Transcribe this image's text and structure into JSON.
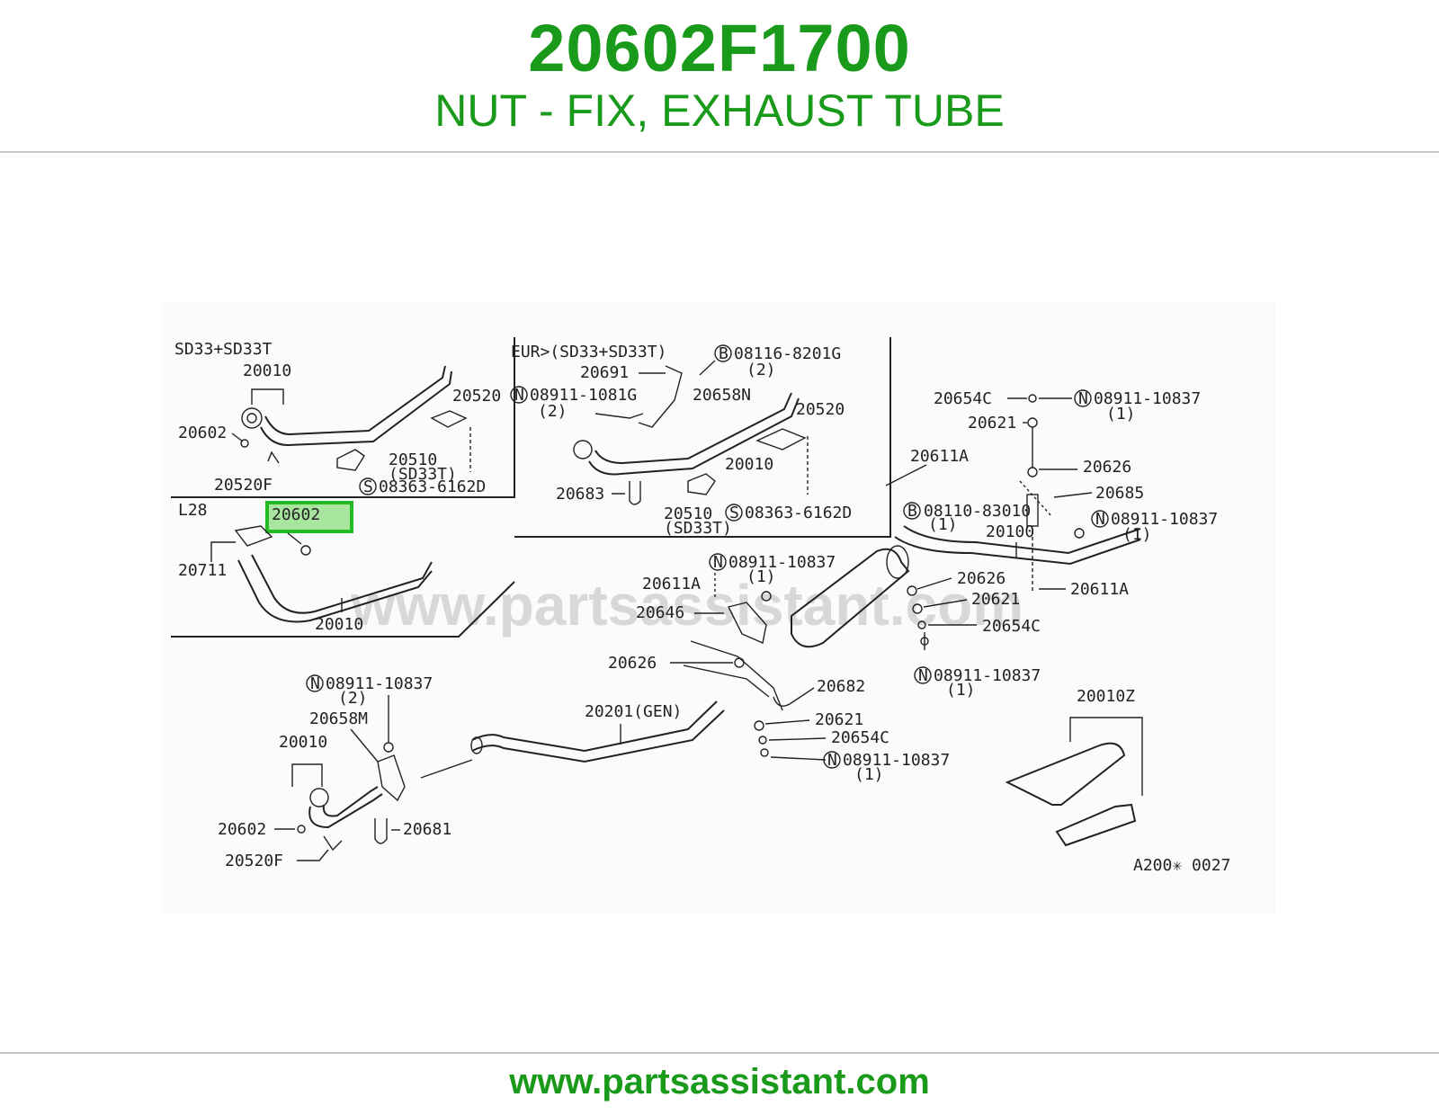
{
  "header": {
    "part_number": "20602F1700",
    "description": "NUT - FIX, EXHAUST TUBE"
  },
  "diagram": {
    "watermark": "www.partsassistant.com",
    "highlight_label": "20602",
    "code": "A200✳ 0027",
    "labels": {
      "sd33_title": "SD33+SD33T",
      "l28": "L28",
      "eur_title": "EUR>(SD33+SD33T)",
      "p20010_a": "20010",
      "p20520_a": "20520",
      "p20602_a": "20602",
      "p20510_a": "20510",
      "sd33t_a": "(SD33T)",
      "p20520f_a": "20520F",
      "s08363_a": "08363-6162D",
      "p20711": "20711",
      "p20010_b": "20010",
      "b08116": "08116-8201G",
      "q2_a": "(2)",
      "p20691": "20691",
      "n08911_1081": "08911-1081G",
      "q2_b": "(2)",
      "p20658n": "20658N",
      "p20520_b": "20520",
      "p20010_c": "20010",
      "p20683": "20683",
      "p20510_b": "20510",
      "sd33t_b": "(SD33T)",
      "s08363_b": "08363-6162D",
      "p20654c_a": "20654C",
      "n08911_a": "08911-10837",
      "q1_a": "(1)",
      "p20621_a": "20621",
      "p20626_a": "20626",
      "p20611a_a": "20611A",
      "p20685": "20685",
      "b08110": "08110-83010",
      "q1_b": "(1)",
      "p20100": "20100",
      "n08911_b": "08911-10837",
      "q1_c": "(1)",
      "n08911_c": "08911-10837",
      "q1_d": "(1)",
      "p20611a_b": "20611A",
      "p20626_b": "20626",
      "p20611a_c": "20611A",
      "p20646": "20646",
      "p20621_b": "20621",
      "p20654c_b": "20654C",
      "n08911_d": "08911-10837",
      "q1_e": "(1)",
      "p20626_c": "20626",
      "p20682": "20682",
      "n08911_e": "08911-10837",
      "q2_c": "(2)",
      "p20658m": "20658M",
      "p20201": "20201(GEN)",
      "p20621_c": "20621",
      "p20654c_c": "20654C",
      "n08911_f": "08911-10837",
      "q1_f": "(1)",
      "p20010_d": "20010",
      "p20602_b": "20602",
      "p20681": "20681",
      "p20520f_b": "20520F",
      "p20010z": "20010Z",
      "n": "N",
      "b": "B",
      "s": "S"
    }
  },
  "footer": {
    "url": "www.partsassistant.com"
  }
}
